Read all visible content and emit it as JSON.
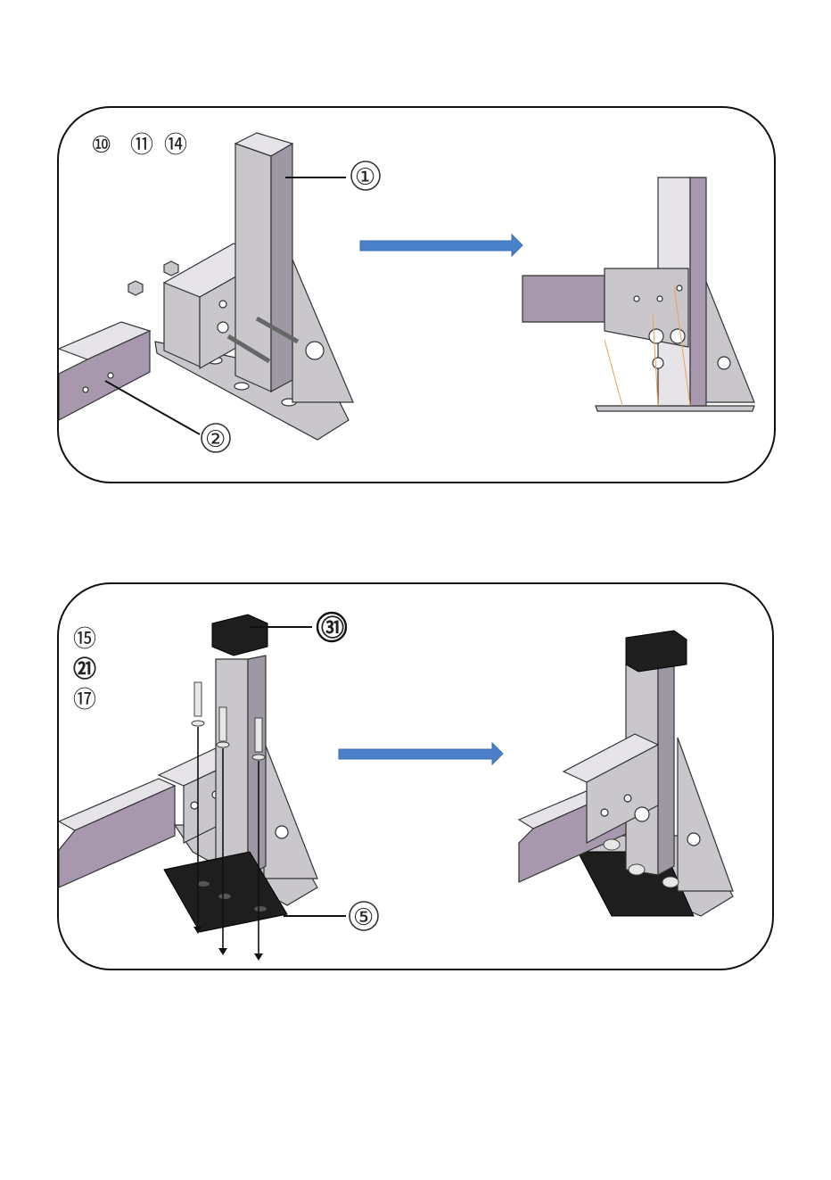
{
  "step1": {
    "parts_used": [
      "⑩",
      "⑪",
      "⑭"
    ],
    "callouts": {
      "upright_post": "①",
      "side_rail": "②"
    }
  },
  "step2": {
    "parts_used": [
      "⑮",
      "㉑",
      "⑰"
    ],
    "callouts": {
      "end_cap": "㉛",
      "foot_pad": "⑤"
    }
  },
  "colors": {
    "arrow_blue": "#4a7fc9",
    "tube_purple": "#a798ad",
    "metal_grey": "#c9c6cc",
    "rubber_black": "#1e1e1e"
  },
  "icons": [
    "direction-arrow-icon"
  ]
}
